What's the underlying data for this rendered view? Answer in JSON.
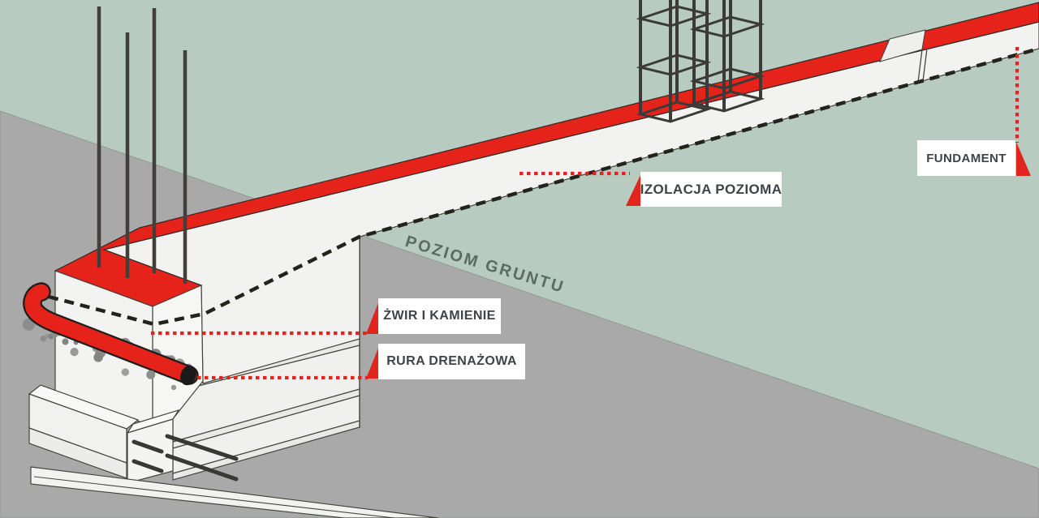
{
  "scene": {
    "ground_level_label": "POZIOM GRUNTU"
  },
  "callouts": {
    "izolacja": {
      "label": "IZOLACJA POZIOMA"
    },
    "fundament": {
      "label": "FUNDAMENT"
    },
    "zwir": {
      "label": "ŻWIR I KAMIENIE"
    },
    "rura": {
      "label": "RURA DRENAŻOWA"
    }
  },
  "palette": {
    "insulation_red": "#e6231b",
    "leader_red": "#e2241e",
    "ground_green": "#b8cbc0",
    "soil_gray": "#a9a9a9",
    "concrete_white": "#f2f2f0",
    "line_dark": "#23231d",
    "label_text": "#3f4347",
    "ground_text": "#5b6b64"
  }
}
